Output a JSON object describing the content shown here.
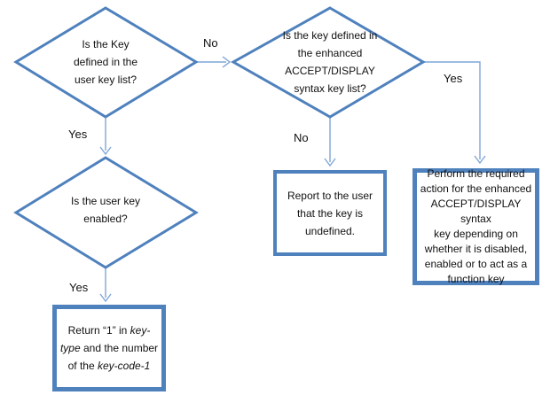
{
  "colors": {
    "shape_border": "#4f81bd",
    "connector": "#7fa5d6",
    "text": "#111111",
    "background": "#ffffff"
  },
  "diamonds": {
    "key_defined_user": {
      "lines": [
        "Is the Key",
        "defined in the",
        "user key list?"
      ]
    },
    "key_defined_enhanced": {
      "lines": [
        "Is the key defined in",
        "the enhanced",
        "ACCEPT/DISPLAY",
        "syntax key list?"
      ]
    },
    "user_key_enabled": {
      "lines": [
        "Is the user key",
        "enabled?"
      ]
    }
  },
  "boxes": {
    "report_undefined": {
      "lines": [
        "Report to the user",
        "that the key is",
        "undefined."
      ]
    },
    "perform_action": {
      "lines": [
        "Perform the required",
        "action for the enhanced",
        "ACCEPT/DISPLAY syntax",
        "key depending on",
        "whether it is disabled,",
        "enabled or to act as a",
        "function key"
      ]
    },
    "return_key_type": {
      "lines": [
        [
          {
            "t": "Return “1” in ",
            "i": false
          },
          {
            "t": "key-",
            "i": true
          }
        ],
        [
          {
            "t": "type",
            "i": true
          },
          {
            "t": " and the number",
            "i": false
          }
        ],
        [
          {
            "t": "of the ",
            "i": false
          },
          {
            "t": "key-code-1",
            "i": true
          }
        ]
      ]
    }
  },
  "labels": {
    "no_top": "No",
    "yes_left": "Yes",
    "no_middle": "No",
    "yes_right": "Yes",
    "yes_bottom": "Yes"
  }
}
